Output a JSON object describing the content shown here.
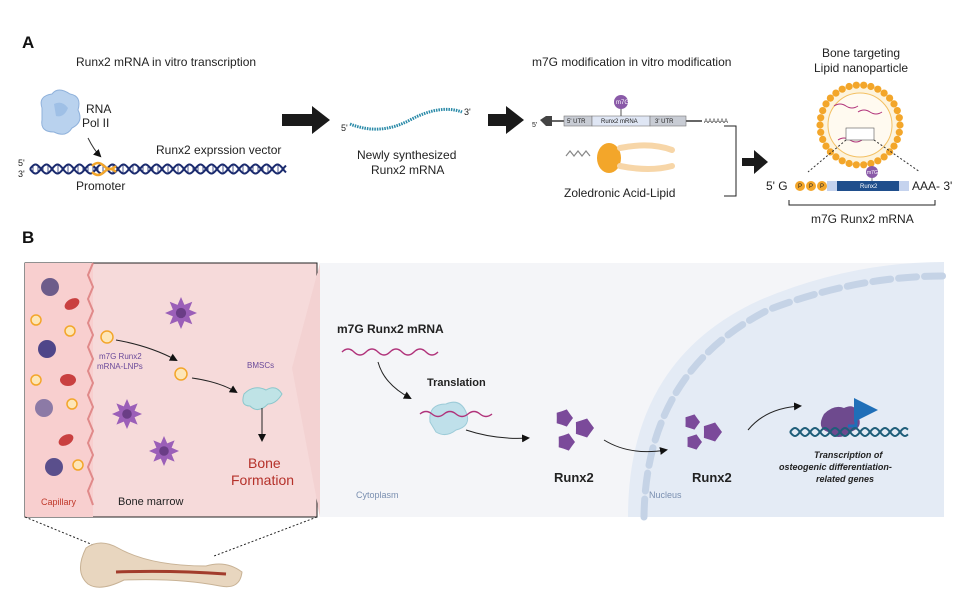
{
  "panel_a": {
    "label": "A",
    "transcription_title": "Runx2 mRNA in vitro transcription",
    "rna_pol_line1": "RNA",
    "rna_pol_line2": "Pol II",
    "vector_label": "Runx2 exprssion vector",
    "promoter_label": "Promoter",
    "strand_5": "5'",
    "strand_3": "3'",
    "mrna_5": "5'",
    "mrna_3": "3'",
    "newly_line1": "Newly synthesized",
    "newly_line2": "Runx2 mRNA",
    "modification_title": "m7G modification in vitro modification",
    "construct_5": "5'",
    "utr5": "5' UTR",
    "construct_mrna": "Runx2 mRNA",
    "utr3": "3' UTR",
    "polya": "AAAAAA",
    "cap_badge": "m7G",
    "zoledronic_label": "Zoledronic Acid-Lipid",
    "lnp_title_line1": "Bone targeting",
    "lnp_title_line2": "Lipid nanoparticle",
    "final_5g": "5' G",
    "final_p1": "P",
    "final_p2": "P",
    "final_p3": "P",
    "final_runx2": "Runx2",
    "final_cap": "m7G",
    "final_aaa": "AAA- 3'",
    "final_caption": "m7G  Runx2 mRNA"
  },
  "panel_b": {
    "label": "B",
    "lnp_label_line1": "m7G Runx2",
    "lnp_label_line2": "mRNA-LNPs",
    "bmscs": "BMSCs",
    "bone_line1": "Bone",
    "bone_line2": "Formation",
    "capillary": "Capillary",
    "bone_marrow": "Bone marrow",
    "mrna_title": "m7G  Runx2 mRNA",
    "translation": "Translation",
    "runx2_cyto": "Runx2",
    "runx2_nuc": "Runx2",
    "cytoplasm": "Cytoplasm",
    "nucleus": "Nucleus",
    "transcription_line1": "Transcription of",
    "transcription_line2": "osteogenic differentiation-",
    "transcription_line3": "related genes"
  },
  "colors": {
    "dna_navy": "#1b2b6e",
    "mrna_teal": "#2a8aa8",
    "lipid_orange": "#f3a62a",
    "magenta_mrna": "#b0327a",
    "purple_protein": "#7b4a9a",
    "bone_red": "#c0392b",
    "capillary_pink": "#f7d4d4",
    "marrow_pink": "#f6dada",
    "cytoplasm_bg": "#f5f6f9",
    "nucleus_bg": "#e6ecf5"
  }
}
